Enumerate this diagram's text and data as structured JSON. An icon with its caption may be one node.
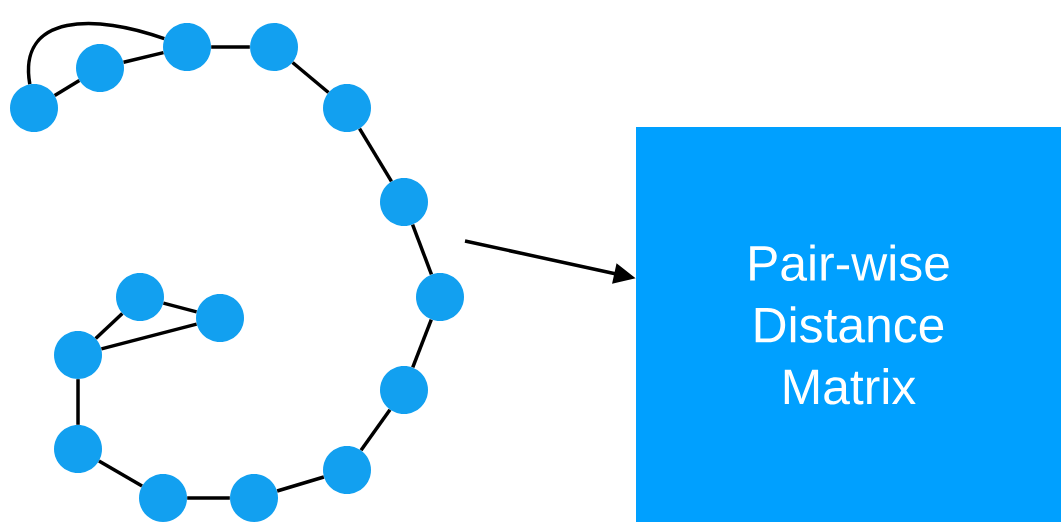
{
  "diagram": {
    "nodes": [
      {
        "text": [],
        "shape": "circle"
      },
      {
        "text": [],
        "shape": "circle"
      },
      {
        "text": [],
        "shape": "circle"
      },
      {
        "text": [],
        "shape": "circle"
      },
      {
        "text": [],
        "shape": "circle"
      },
      {
        "text": [],
        "shape": "circle"
      },
      {
        "text": [],
        "shape": "circle"
      },
      {
        "text": [],
        "shape": "circle"
      },
      {
        "text": [],
        "shape": "circle"
      },
      {
        "text": [],
        "shape": "circle"
      },
      {
        "text": [],
        "shape": "circle"
      },
      {
        "text": [],
        "shape": "circle"
      },
      {
        "text": [],
        "shape": "circle"
      },
      {
        "text": [],
        "shape": "circle"
      },
      {
        "text": [],
        "shape": "circle"
      },
      {
        "text": [
          "Pair-wise Distance Matrix"
        ]
      }
    ],
    "edges": [
      {
        "from": 0,
        "to": 1,
        "arrow": "none"
      },
      {
        "from": 1,
        "to": 2,
        "arrow": "none"
      },
      {
        "from": 2,
        "to": 3,
        "arrow": "none"
      },
      {
        "from": 3,
        "to": 4,
        "arrow": "none"
      },
      {
        "from": 4,
        "to": 5,
        "arrow": "none"
      },
      {
        "from": 5,
        "to": 6,
        "arrow": "none"
      },
      {
        "from": 6,
        "to": 7,
        "arrow": "none"
      },
      {
        "from": 7,
        "to": 8,
        "arrow": "none"
      },
      {
        "from": 8,
        "to": 9,
        "arrow": "none"
      },
      {
        "from": 9,
        "to": 10,
        "arrow": "none"
      },
      {
        "from": 10,
        "to": 11,
        "arrow": "none"
      },
      {
        "from": 11,
        "to": 12,
        "arrow": "none"
      },
      {
        "from": 12,
        "to": 13,
        "arrow": "none"
      },
      {
        "from": 13,
        "to": 14,
        "arrow": "none"
      },
      {
        "from": 14,
        "to": 12,
        "arrow": "none"
      },
      {
        "from": 0,
        "to": 2,
        "arrow": "none"
      },
      {
        "from": null,
        "to": 15,
        "arrow": "to"
      }
    ]
  }
}
